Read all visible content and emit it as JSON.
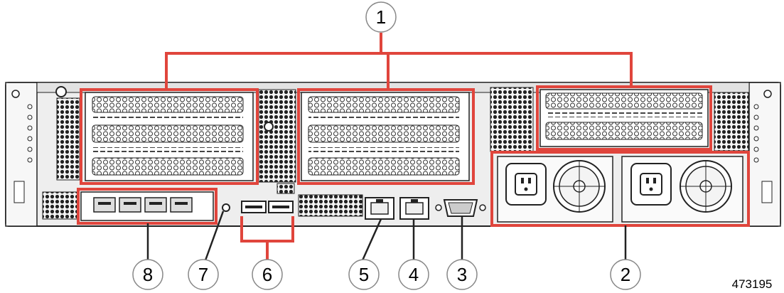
{
  "diagram": {
    "callouts": [
      {
        "label": "1"
      },
      {
        "label": "2"
      },
      {
        "label": "3"
      },
      {
        "label": "4"
      },
      {
        "label": "5"
      },
      {
        "label": "6"
      },
      {
        "label": "7"
      },
      {
        "label": "8"
      }
    ],
    "figure_id": "473195",
    "highlight_color": "#e0453c",
    "chassis_color": "#eeeeee",
    "line_color": "#222222"
  }
}
